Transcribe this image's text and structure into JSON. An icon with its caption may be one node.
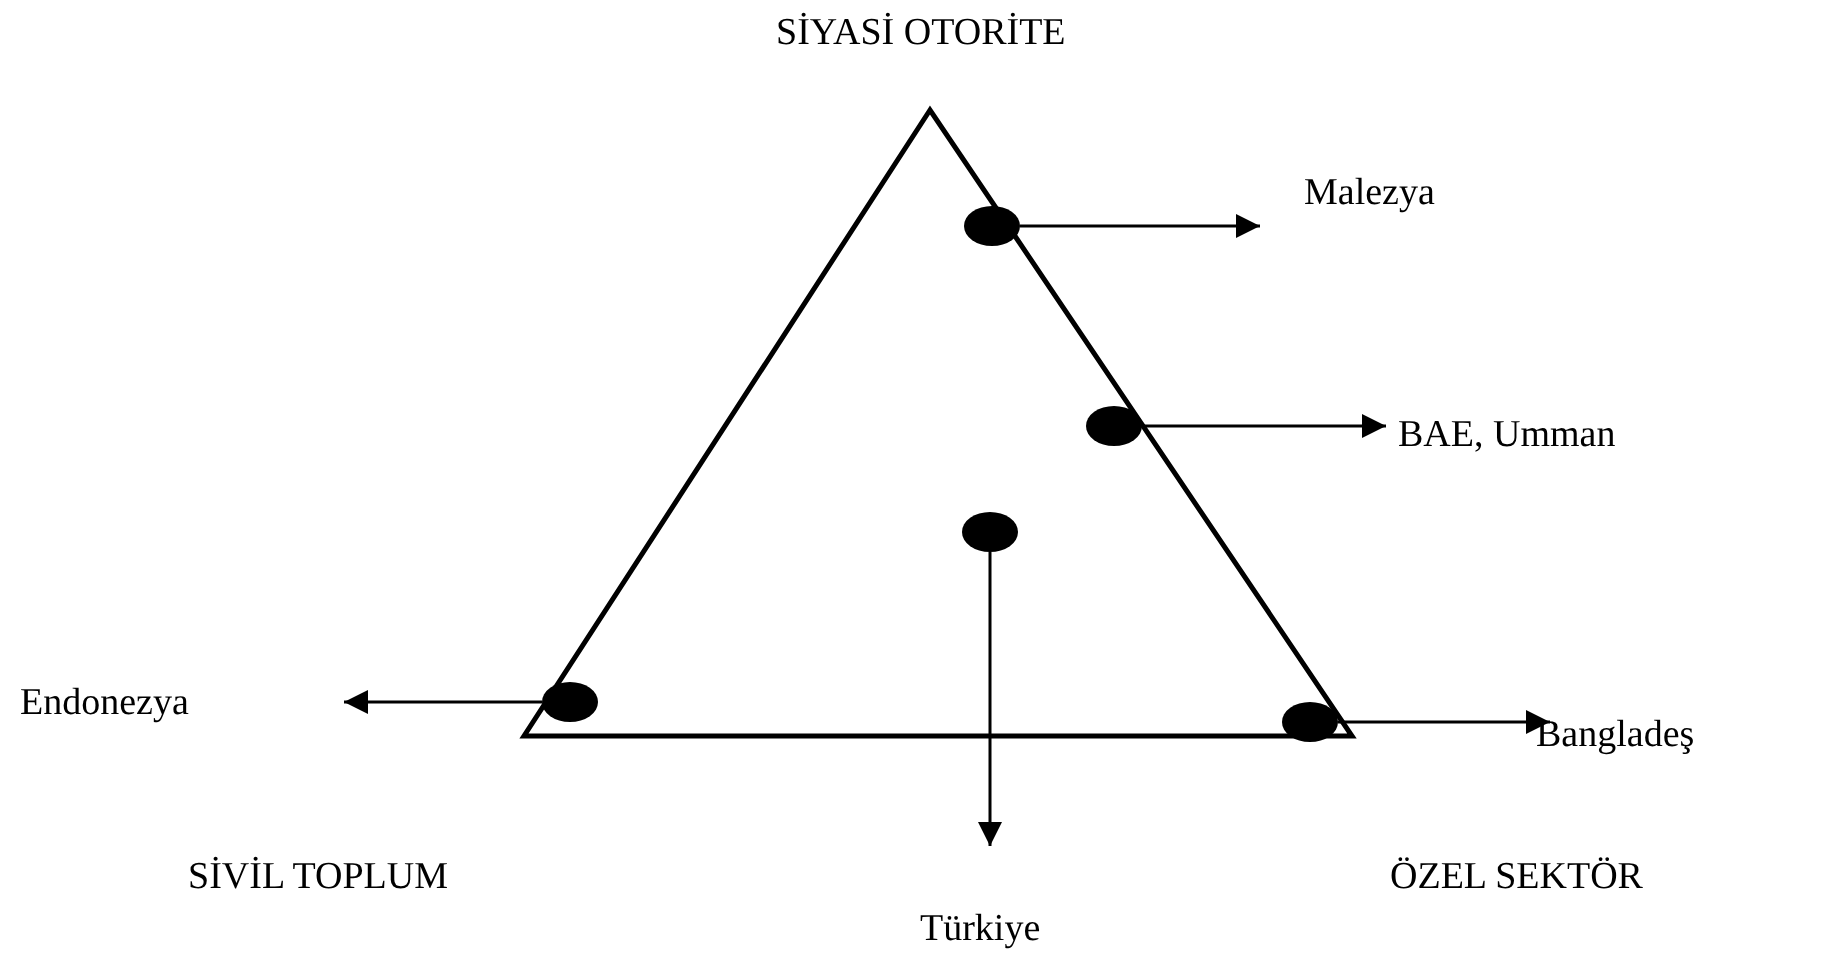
{
  "diagram": {
    "nodes": [
      {
        "text": [],
        "shape": "circle"
      },
      {
        "text": [
          "Malezya"
        ]
      },
      {
        "text": [],
        "shape": "circle"
      },
      {
        "text": [
          "BAE, Umman"
        ]
      },
      {
        "text": [],
        "shape": "circle"
      },
      {
        "text": [],
        "shape": "circle"
      },
      {
        "text": [
          "Endonezya"
        ]
      },
      {
        "text": [],
        "shape": "circle"
      },
      {
        "text": [
          "Bangladeş"
        ]
      },
      {
        "text": [
          "Türkiye"
        ]
      }
    ],
    "edges": [
      {
        "from": 0,
        "to": 1,
        "arrow": "to"
      },
      {
        "from": 2,
        "to": 3,
        "arrow": "to"
      },
      {
        "from": 4,
        "to": 9,
        "arrow": "to"
      },
      {
        "from": 5,
        "to": 6,
        "arrow": "to"
      },
      {
        "from": 7,
        "to": 8,
        "arrow": "to"
      }
    ],
    "labels": [
      "SİYASİ OTORİTE",
      "SİVİL TOPLUM",
      "ÖZEL SEKTÖR"
    ]
  }
}
